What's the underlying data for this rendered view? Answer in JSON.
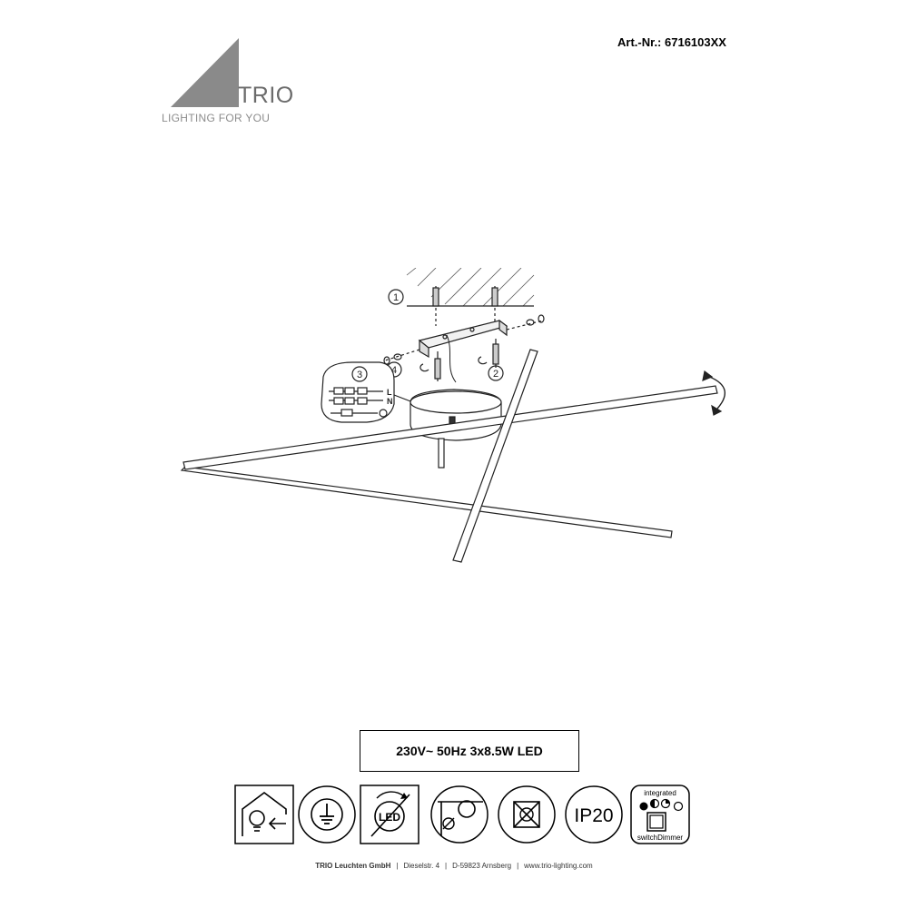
{
  "header": {
    "article_number": "Art.-Nr.: 6716103XX"
  },
  "logo": {
    "wordmark": "TRIO",
    "tagline": "LIGHTING FOR YOU",
    "color": "#8a8a8a"
  },
  "diagram": {
    "step_labels": [
      "1",
      "2",
      "3",
      "4"
    ],
    "wiring_labels": {
      "live": "L",
      "neutral": "N"
    }
  },
  "specs": {
    "label": "230V~ 50Hz  3x8.5W LED"
  },
  "icons": [
    {
      "name": "indoor-use-icon"
    },
    {
      "name": "protection-class-earth-icon"
    },
    {
      "name": "led-not-replaceable-icon"
    },
    {
      "name": "minimum-distance-icon"
    },
    {
      "name": "no-covering-icon"
    },
    {
      "name": "ip-rating-icon",
      "label": "IP20"
    },
    {
      "name": "switch-dimmer-icon",
      "top_label": "integrated",
      "bottom_label": "switchDimmer"
    }
  ],
  "footer": {
    "company": "TRIO Leuchten GmbH",
    "street": "Dieselstr. 4",
    "city": "D-59823 Arnsberg",
    "website": "www.trio-lighting.com",
    "separator": "|"
  }
}
